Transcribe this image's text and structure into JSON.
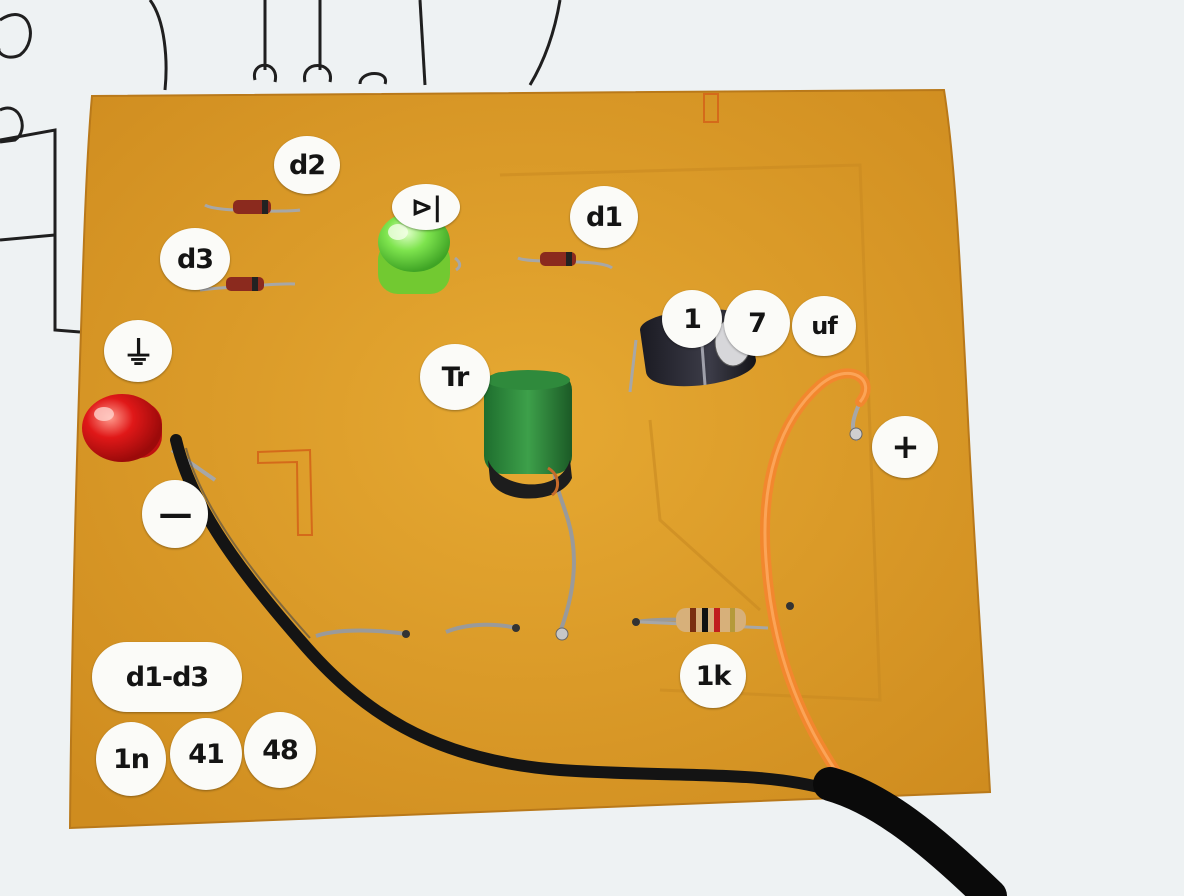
{
  "photo": {
    "board_color": "#e0a12c",
    "paper_color": "#eef2f3",
    "labels": {
      "d2": "d2",
      "d3": "d3",
      "d1": "d1",
      "transformer": "Tr",
      "cap_1": "1",
      "cap_7": "7",
      "cap_uf": "uf",
      "plus": "+",
      "minus": "—",
      "resistor": "1k",
      "d1_d3": "d1-d3",
      "part_1n": "1n",
      "part_41": "41",
      "part_48": "48"
    },
    "components": {
      "green_led": "green-led",
      "red_led": "red-led",
      "capacitor": "electrolytic-capacitor",
      "diode_symbol": "diode-symbol-icon"
    }
  }
}
